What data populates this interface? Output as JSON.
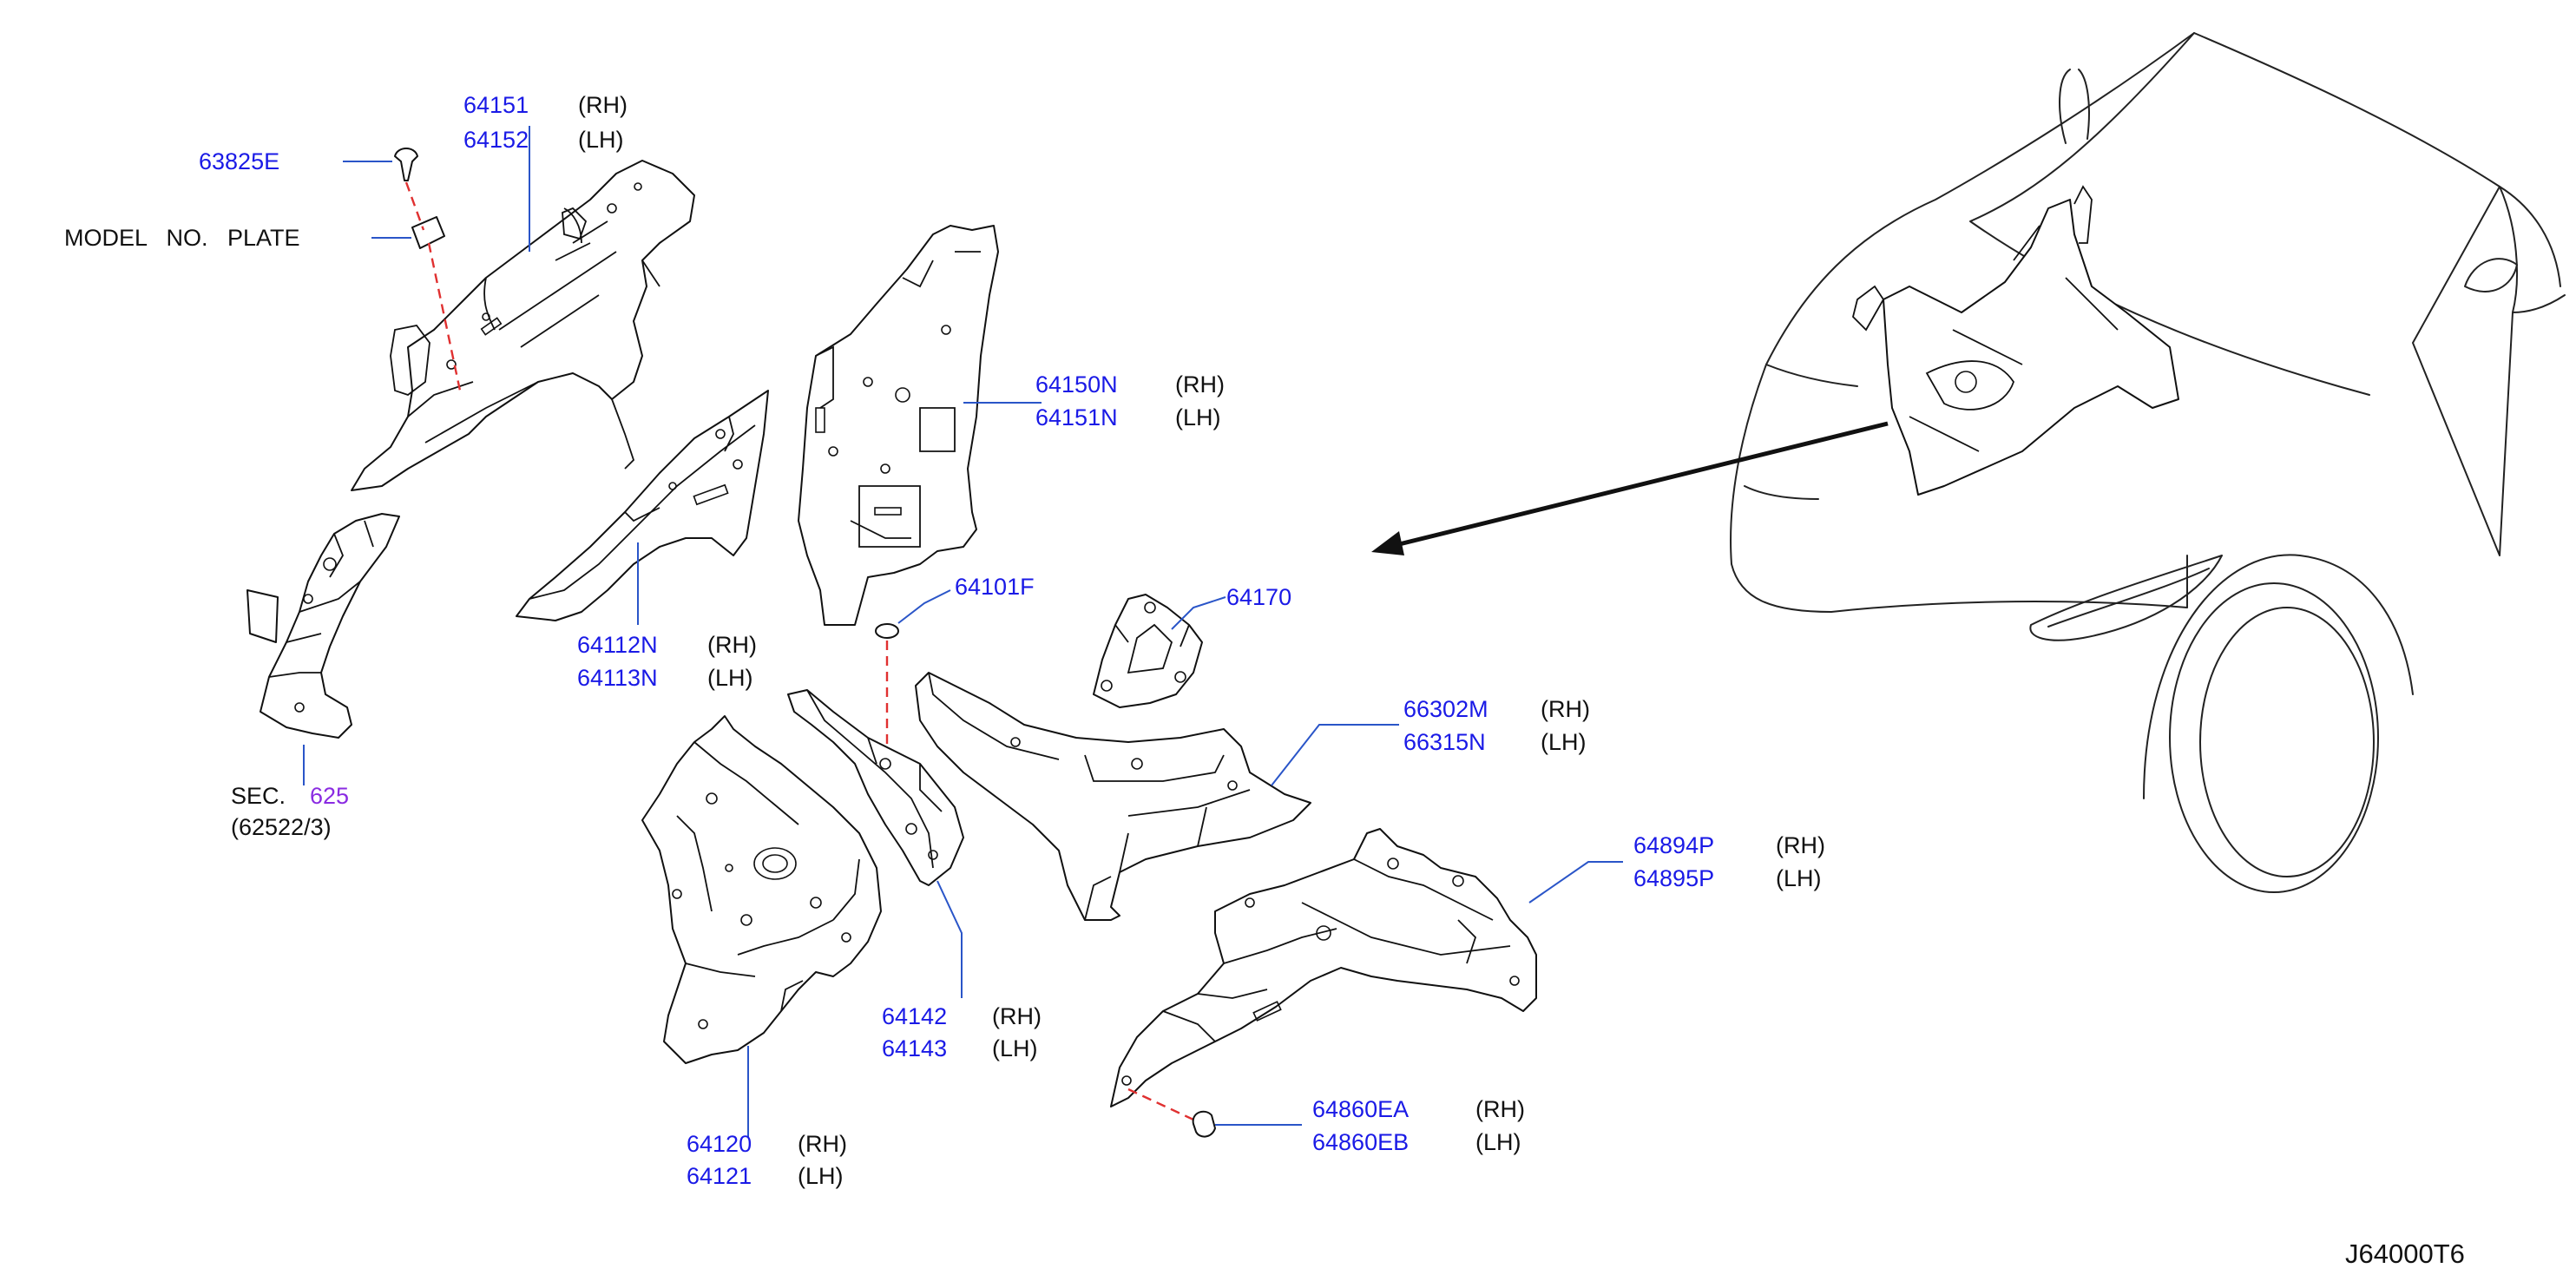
{
  "diagram_code": "J64000T6",
  "callouts": {
    "p64151": {
      "number": "64151",
      "side": "(RH)"
    },
    "p64152": {
      "number": "64152",
      "side": "(LH)"
    },
    "p63825e": {
      "number": "63825E"
    },
    "model_plate": {
      "label": "MODEL   NO.   PLATE"
    },
    "sec625": {
      "prefix": "SEC.",
      "number": "625",
      "ref": "(62522/3)"
    },
    "p64150n": {
      "number": "64150N",
      "side": "(RH)"
    },
    "p64151n": {
      "number": "64151N",
      "side": "(LH)"
    },
    "p64112n": {
      "number": "64112N",
      "side": "(RH)"
    },
    "p64113n": {
      "number": "64113N",
      "side": "(LH)"
    },
    "p64101f": {
      "number": "64101F"
    },
    "p64170": {
      "number": "64170"
    },
    "p66302m": {
      "number": "66302M",
      "side": "(RH)"
    },
    "p66315n": {
      "number": "66315N",
      "side": "(LH)"
    },
    "p64894p": {
      "number": "64894P",
      "side": "(RH)"
    },
    "p64895p": {
      "number": "64895P",
      "side": "(LH)"
    },
    "p64142": {
      "number": "64142",
      "side": "(RH)"
    },
    "p64143": {
      "number": "64143",
      "side": "(LH)"
    },
    "p64120": {
      "number": "64120",
      "side": "(RH)"
    },
    "p64121": {
      "number": "64121",
      "side": "(LH)"
    },
    "p64860ea": {
      "number": "64860EA",
      "side": "(RH)"
    },
    "p64860eb": {
      "number": "64860EB",
      "side": "(LH)"
    }
  },
  "colors": {
    "part_number": "#1a1ae6",
    "section_link": "#8a2be2",
    "leader_line": "#2a55c8",
    "assembly_dash": "#e03030"
  }
}
